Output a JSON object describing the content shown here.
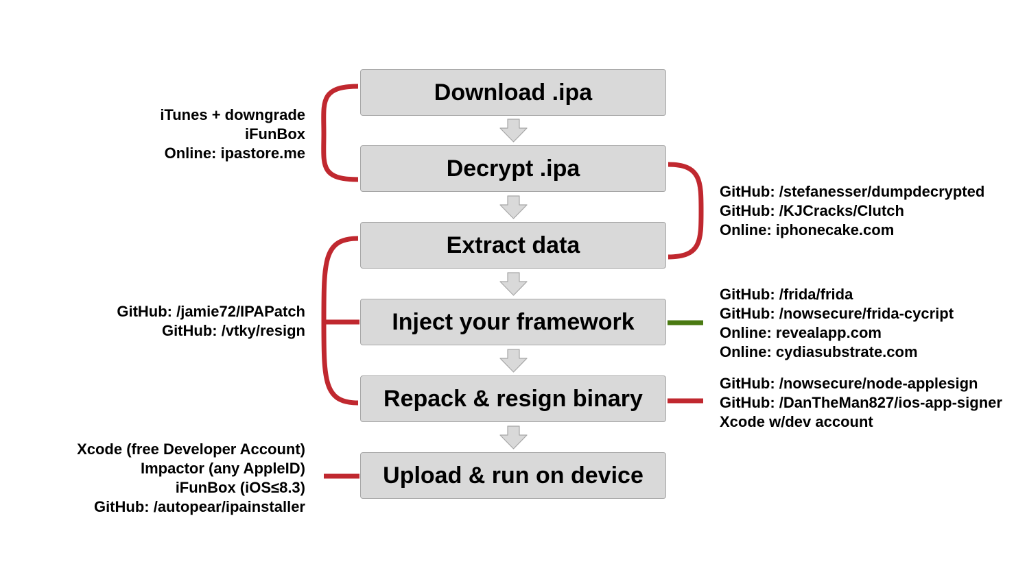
{
  "steps": [
    {
      "label": "Download .ipa"
    },
    {
      "label": "Decrypt .ipa"
    },
    {
      "label": "Extract data"
    },
    {
      "label": "Inject your framework"
    },
    {
      "label": "Repack & resign binary"
    },
    {
      "label": "Upload & run on device"
    }
  ],
  "notes": {
    "download": [
      "iTunes + downgrade",
      "iFunBox",
      "Online: ipastore.me"
    ],
    "decrypt": [
      "GitHub: /stefanesser/dumpdecrypted",
      "GitHub: /KJCracks/Clutch",
      "Online: iphonecake.com"
    ],
    "repack_left": [
      "GitHub: /jamie72/IPAPatch",
      "GitHub: /vtky/resign"
    ],
    "inject": [
      "GitHub: /frida/frida",
      "GitHub: /nowsecure/frida-cycript",
      "Online: revealapp.com",
      "Online: cydiasubstrate.com"
    ],
    "repack_right": [
      "GitHub: /nowsecure/node-applesign",
      "GitHub: /DanTheMan827/ios-app-signer",
      "Xcode w/dev account"
    ],
    "upload": [
      "Xcode (free Developer Account)",
      "Impactor (any AppleID)",
      "iFunBox (iOS≤8.3)",
      "GitHub: /autopear/ipainstaller"
    ]
  },
  "colors": {
    "red_connector": "#c0282f",
    "green_connector": "#4a7a12",
    "step_fill": "#d9d9d9",
    "step_border": "#a6a6a6",
    "arrow_fill": "#d9d9d9",
    "arrow_border": "#a6a6a6"
  }
}
